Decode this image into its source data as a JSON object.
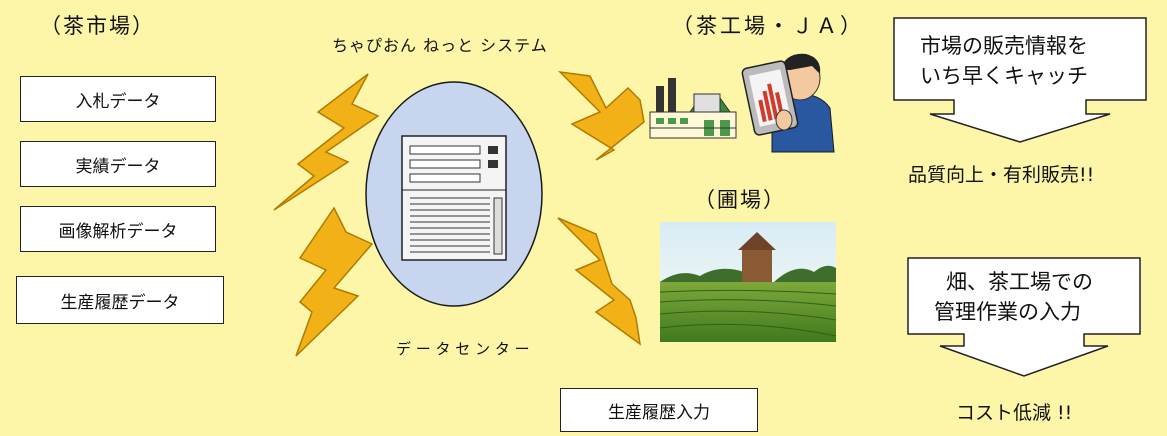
{
  "market": {
    "title": "（茶市場）",
    "items": [
      "入札データ",
      "実績データ",
      "画像解析データ",
      "生産履歴データ"
    ]
  },
  "system": {
    "title": "ちゃぴおん ねっと システム",
    "center_label": "デ ー タ セ ン タ ー"
  },
  "factory": {
    "title": "（茶工場・ＪＡ）"
  },
  "field": {
    "title": "（圃場）",
    "input_label": "生産履歴入力"
  },
  "right": {
    "box1_line1": "市場の販売情報を",
    "box1_line2": "いち早くキャッチ",
    "result1": "品質向上・有利販売!!",
    "box2_line1": "畑、茶工場での",
    "box2_line2": "管理作業の入力",
    "result2": "コスト低減 !!"
  },
  "colors": {
    "background": "#fdf6a8",
    "arrow": "#f2b217",
    "server_circle": "#c7d6ee"
  },
  "icons": [
    "server-icon",
    "factory-icon",
    "tablet-user-icon",
    "field-photo"
  ]
}
